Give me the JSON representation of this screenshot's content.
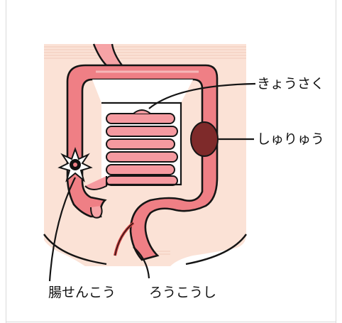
{
  "labels": {
    "stenosis": "きょうさく",
    "tumor": "しゅりゅう",
    "perforation": "腸せんこう",
    "fistula": "ろうこうし"
  },
  "colors": {
    "background_panel": "#fbe2d6",
    "intestine_fill": "#ef7f85",
    "intestine_light": "#f6a3a6",
    "outline": "#151515",
    "tumor": "#7e2a2a",
    "fistula": "#c83a3a"
  }
}
